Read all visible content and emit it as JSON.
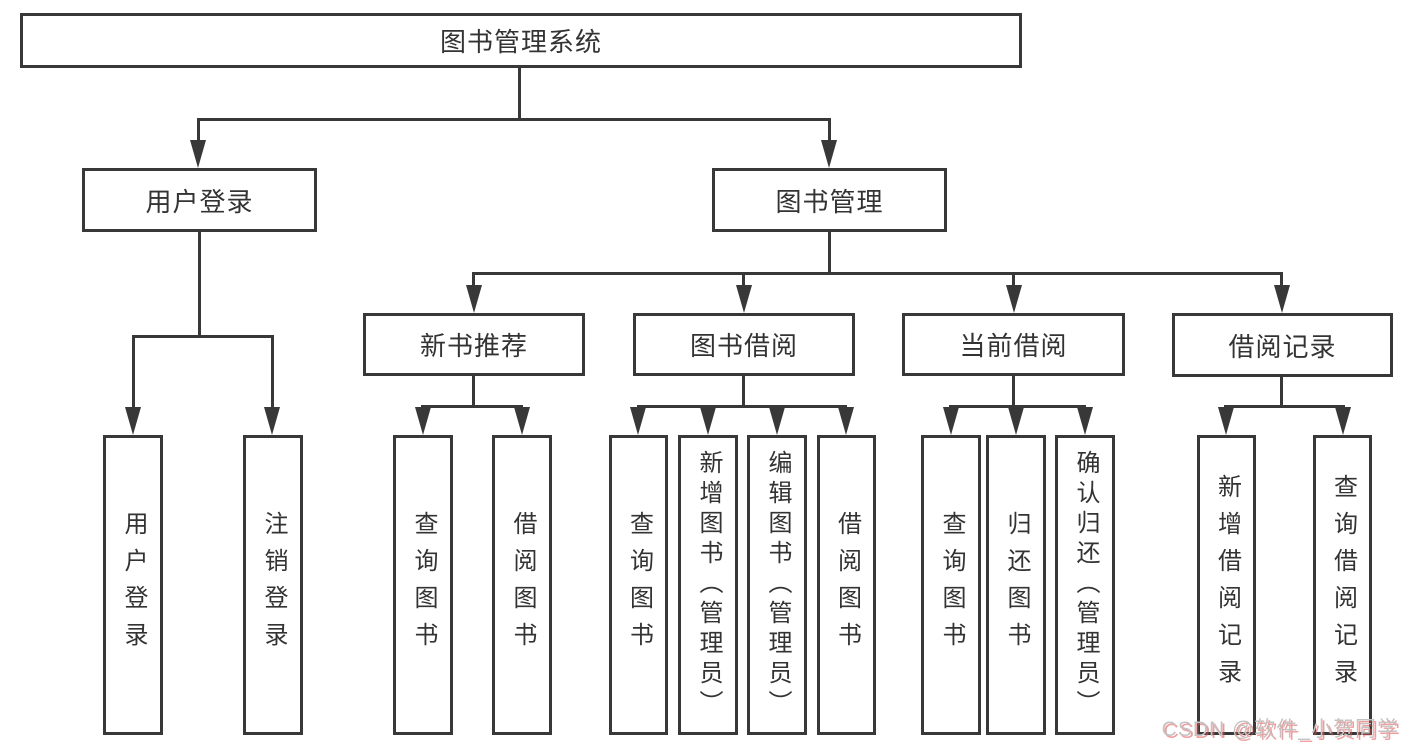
{
  "diagram": {
    "root": {
      "label": "图书管理系统"
    },
    "level2": [
      {
        "label": "用户登录"
      },
      {
        "label": "图书管理"
      }
    ],
    "level3": [
      {
        "label": "新书推荐"
      },
      {
        "label": "图书借阅"
      },
      {
        "label": "当前借阅"
      },
      {
        "label": "借阅记录"
      }
    ],
    "leaves": {
      "user": [
        "用户登录",
        "注销登录"
      ],
      "newbook": [
        "查询图书",
        "借阅图书"
      ],
      "borrow": [
        "查询图书",
        "新增图书（管理员）",
        "编辑图书（管理员）",
        "借阅图书"
      ],
      "current": [
        "查询图书",
        "归还图书",
        "确认归还（管理员）"
      ],
      "records": [
        "新增借阅记录",
        "查询借阅记录"
      ]
    }
  },
  "watermark": {
    "text": "CSDN @软件_小贺同学"
  },
  "colors": {
    "line": "#383838",
    "text": "#333333",
    "background": "#ffffff",
    "watermark_gray": "#c3c3c3",
    "watermark_red": "#e84c4c"
  }
}
